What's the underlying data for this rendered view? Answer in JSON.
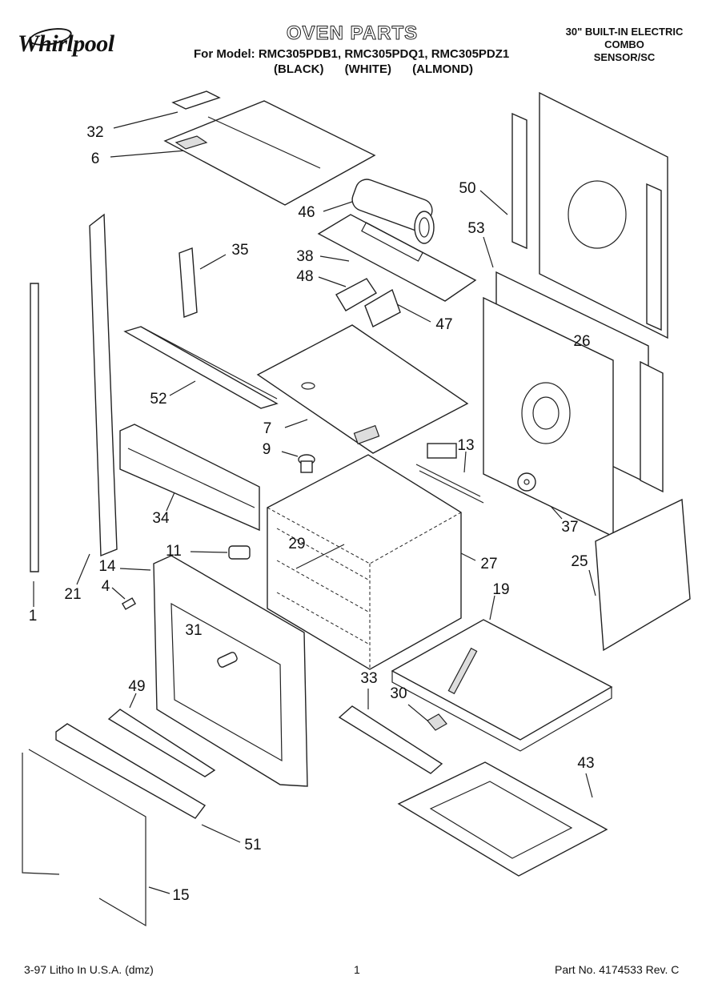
{
  "header": {
    "brand": "Whirlpool",
    "title": "OVEN PARTS",
    "models": "For Model: RMC305PDB1, RMC305PDQ1, RMC305PDZ1",
    "colors": [
      "(BLACK)",
      "(WHITE)",
      "(ALMOND)"
    ],
    "subtitle": [
      "30\" BUILT-IN ELECTRIC",
      "COMBO",
      "SENSOR/SC"
    ]
  },
  "footer": {
    "left": "3-97 Litho In U.S.A. (dmz)",
    "page": "1",
    "right": "Part No. 4174533 Rev. C"
  },
  "callouts": [
    "32",
    "6",
    "46",
    "50",
    "35",
    "38",
    "53",
    "48",
    "47",
    "26",
    "52",
    "7",
    "13",
    "9",
    "34",
    "37",
    "11",
    "29",
    "27",
    "25",
    "14",
    "21",
    "4",
    "19",
    "1",
    "31",
    "49",
    "33",
    "30",
    "43",
    "51",
    "15"
  ]
}
